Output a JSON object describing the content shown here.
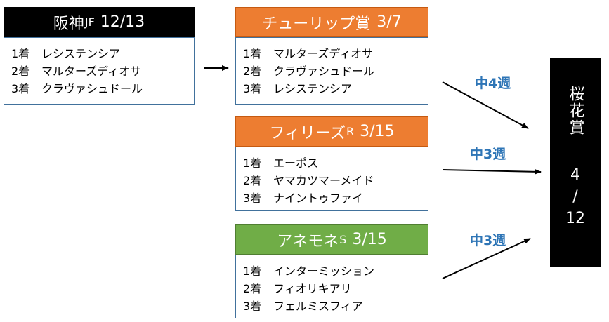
{
  "hanshin_jf": {
    "title": "阪神",
    "title_suffix": "JF",
    "date": "12/13",
    "results": [
      {
        "pos": "1着",
        "horse": "レシステンシア"
      },
      {
        "pos": "2着",
        "horse": "マルターズディオサ"
      },
      {
        "pos": "3着",
        "horse": "クラヴァシュドール"
      }
    ]
  },
  "tulip_sho": {
    "title": "チューリップ賞",
    "title_suffix": "",
    "date": "3/7",
    "results": [
      {
        "pos": "1着",
        "horse": "マルターズディオサ"
      },
      {
        "pos": "2着",
        "horse": "クラヴァシュドール"
      },
      {
        "pos": "3着",
        "horse": "レシステンシア"
      }
    ]
  },
  "fillies_revue": {
    "title": "フィリーズ",
    "title_suffix": "R",
    "date": "3/15",
    "results": [
      {
        "pos": "1着",
        "horse": "エーポス"
      },
      {
        "pos": "2着",
        "horse": "ヤマカツマーメイド"
      },
      {
        "pos": "3着",
        "horse": "ナイントゥファイ"
      }
    ]
  },
  "anemone_stakes": {
    "title": "アネモネ",
    "title_suffix": "S",
    "date": "3/15",
    "results": [
      {
        "pos": "1着",
        "horse": "インターミッション"
      },
      {
        "pos": "2着",
        "horse": "フィオリキアリ"
      },
      {
        "pos": "3着",
        "horse": "フェルミスフィア"
      }
    ]
  },
  "intervals": {
    "tulip": "中4週",
    "fillies": "中3週",
    "anemone": "中3週"
  },
  "target": {
    "name": "桜花賞",
    "date_month": "4",
    "date_sep": "/",
    "date_day": "12"
  },
  "colors": {
    "header_black": "#000000",
    "header_orange": "#ed7d31",
    "header_green": "#70ad47",
    "box_border": "#41719c",
    "interval_text": "#2e75b6"
  }
}
